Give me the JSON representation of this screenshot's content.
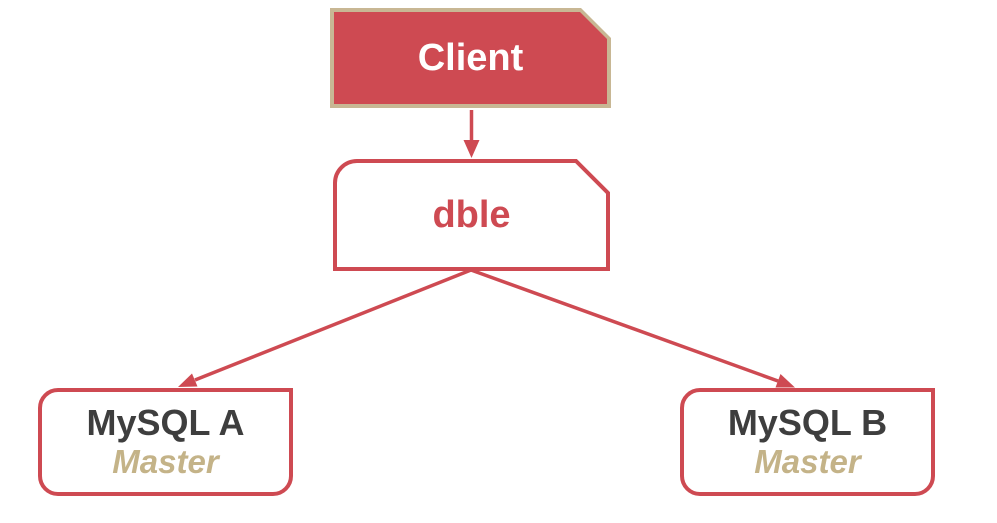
{
  "diagram": {
    "nodes": {
      "client": {
        "label": "Client"
      },
      "dble": {
        "label": "dble"
      },
      "mysql_a": {
        "label": "MySQL A",
        "role": "Master"
      },
      "mysql_b": {
        "label": "MySQL B",
        "role": "Master"
      }
    },
    "edges": [
      {
        "from": "client",
        "to": "dble"
      },
      {
        "from": "dble",
        "to": "mysql_a"
      },
      {
        "from": "dble",
        "to": "mysql_b"
      }
    ],
    "colors": {
      "red": "#CE4A52",
      "tan_border": "#C8B794",
      "master_text": "#C4B388",
      "label_text": "#3E3E3E",
      "client_text": "#FFFFFF",
      "canvas_bg": "#FFFFFF"
    }
  }
}
